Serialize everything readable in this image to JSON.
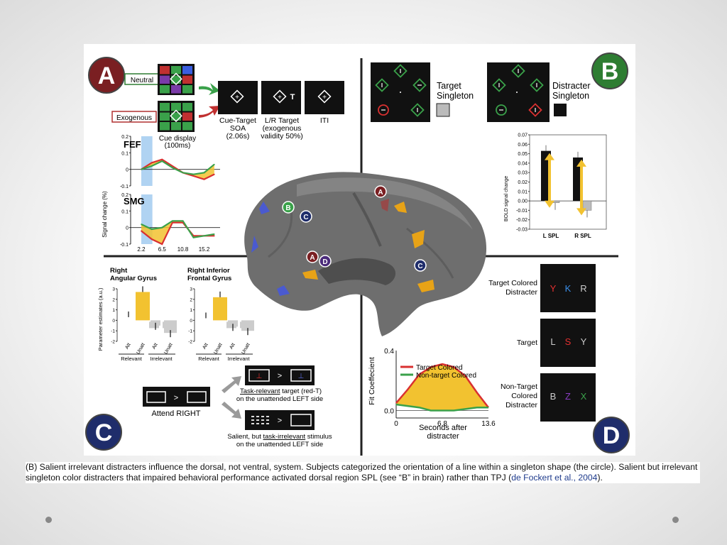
{
  "panel_letters": {
    "a": "A",
    "b": "B",
    "c": "C",
    "d": "D"
  },
  "colors": {
    "maroon": "#7a1f22",
    "navy": "#1f2d6b",
    "green_badge": "#2e7d32",
    "orange": "#e8a317",
    "yellow": "#f2c230",
    "red": "#d93030",
    "green": "#3aa14a"
  },
  "panel_a": {
    "neutral_label": "Neutral",
    "exogenous_label": "Exogenous",
    "cue_display": "Cue display",
    "cue_ms": "(100ms)",
    "soa_1": "Cue-Target",
    "soa_2": "SOA",
    "soa_3": "(2.06s)",
    "lr_1": "L/R Target",
    "lr_2": "(exogenous",
    "lr_3": "validity 50%)",
    "iti": "ITI",
    "target_glyph": "T",
    "fef_label": "FEF",
    "smg_label": "SMG",
    "ylabel": "Signal change (%)",
    "yticks_fef": [
      "0.2",
      "0.1",
      "0",
      "-0.1"
    ],
    "yticks_smg": [
      "0.2",
      "0.1",
      "0",
      "-0.1"
    ],
    "xticks": [
      "2.2",
      "6.5",
      "10.8",
      "15.2"
    ]
  },
  "panel_b": {
    "target_singleton_1": "Target",
    "target_singleton_2": "Singleton",
    "distracter_singleton_1": "Distracter",
    "distracter_singleton_2": "Singleton",
    "bold_ylabel": "BOLD signal change",
    "yticks": [
      "0.07",
      "0.06",
      "0.05",
      "0.04",
      "0.03",
      "0.02",
      "0.01",
      "0.00",
      "-0.01",
      "-0.02",
      "-0.03"
    ],
    "xlabels": [
      "L SPL",
      "R SPL"
    ]
  },
  "brain_labels": {
    "a_top": "A",
    "b": "B",
    "c_left": "C",
    "a_mid": "A",
    "d": "D",
    "c_right": "C"
  },
  "panel_c": {
    "title1_a": "Right",
    "title1_b": "Angular Gyrus",
    "title2_a": "Right Inferior",
    "title2_b": "Frontal Gyrus",
    "ylabel": "Parameter estimates (a.u.)",
    "att": "Att",
    "unatt": "Unatt",
    "relevant": "Relevant",
    "irrelevant": "Irrelevant",
    "yticks1": [
      "3",
      "2",
      "1",
      "0",
      "-1",
      "-2"
    ],
    "yticks2": [
      "3",
      "2",
      "1",
      "0",
      "-1",
      "-2"
    ],
    "gt": ">",
    "attend_right": "Attend RIGHT",
    "relevant_text_1": "Task-relevant",
    "relevant_text_2": " target (red-T)",
    "relevant_text_3": "on the unattended LEFT side",
    "irrelevant_text_1": "Salient, but ",
    "irrelevant_text_2": "task-irrelevant",
    "irrelevant_text_3": " stimulus",
    "irrelevant_text_4": "on the unattended LEFT side"
  },
  "panel_d": {
    "target_colored_1": "Target Colored",
    "target_colored_2": "Distracter",
    "target": "Target",
    "nontarget_1": "Non-Target",
    "nontarget_2": "Colored",
    "nontarget_3": "Distracter",
    "letters_row1": [
      "Y",
      "K",
      "R"
    ],
    "letters_row2": [
      "L",
      "S",
      "Y"
    ],
    "letters_row3": [
      "B",
      "Z",
      "X"
    ],
    "legend_red": "Target Colored",
    "legend_green": "Non-target Colored",
    "ylabel": "Fit Coeffecient",
    "xlabel_1": "Seconds after",
    "xlabel_2": "distracter",
    "yticks": [
      "0.4",
      "0.0"
    ],
    "xticks": [
      "0",
      "6.8",
      "13.6"
    ]
  },
  "caption": {
    "text": "(B) Salient irrelevant distracters influence the dorsal, not ventral, system. Subjects categorized the orientation of a line within a singleton shape (the circle). Salient but irrelevant singleton color distracters that impaired behavioral performance activated dorsal region SPL (see “B” in brain) rather than TPJ (",
    "link": "de Fockert et al., 2004",
    "end": ")."
  },
  "chart_data": [
    {
      "type": "line",
      "title": "FEF",
      "ylabel": "Signal change (%)",
      "x": [
        2.2,
        4.35,
        6.5,
        8.65,
        10.8,
        13.0,
        15.2,
        17.3
      ],
      "series": [
        {
          "values": [
            0.0,
            0.04,
            0.06,
            0.02,
            -0.02,
            -0.04,
            -0.06,
            -0.03
          ]
        },
        {
          "values": [
            0.0,
            0.02,
            0.05,
            0.01,
            -0.02,
            -0.03,
            -0.02,
            0.03
          ]
        }
      ],
      "ylim": [
        -0.1,
        0.2
      ]
    },
    {
      "type": "line",
      "title": "SMG",
      "ylabel": "Signal change (%)",
      "x": [
        2.2,
        4.35,
        6.5,
        8.65,
        10.8,
        13.0,
        15.2,
        17.3
      ],
      "series": [
        {
          "values": [
            -0.02,
            -0.07,
            -0.1,
            0.03,
            0.03,
            -0.05,
            -0.05,
            -0.05
          ]
        },
        {
          "values": [
            0.02,
            -0.01,
            0.0,
            0.04,
            0.04,
            -0.06,
            -0.05,
            -0.04
          ]
        }
      ],
      "ylim": [
        -0.1,
        0.2
      ]
    },
    {
      "type": "bar",
      "ylabel": "BOLD signal change",
      "categories": [
        "L SPL",
        "R SPL"
      ],
      "series": [
        {
          "values": [
            0.053,
            0.046
          ]
        },
        {
          "values": [
            -0.002,
            -0.01
          ]
        }
      ],
      "ylim": [
        -0.03,
        0.07
      ]
    },
    {
      "type": "bar",
      "title": "Right Angular Gyrus",
      "ylabel": "Parameter estimates (a.u.)",
      "categories": [
        "Att",
        "Unatt",
        "Att",
        "Unatt"
      ],
      "values": [
        0.3,
        2.7,
        -0.5,
        -1.2
      ],
      "ylim": [
        -2,
        3
      ]
    },
    {
      "type": "bar",
      "title": "Right Inferior Frontal Gyrus",
      "ylabel": "Parameter estimates (a.u.)",
      "categories": [
        "Att",
        "Unatt",
        "Att",
        "Unatt"
      ],
      "values": [
        0.2,
        2.2,
        -0.6,
        -1.0
      ],
      "ylim": [
        -2,
        3
      ]
    },
    {
      "type": "area",
      "ylabel": "Fit Coeffecient",
      "xlabel": "Seconds after distracter",
      "x": [
        0,
        1.7,
        3.4,
        5.1,
        6.8,
        8.5,
        10.2,
        11.9,
        13.6
      ],
      "series": [
        {
          "name": "Target Colored",
          "values": [
            0.05,
            0.14,
            0.24,
            0.29,
            0.31,
            0.29,
            0.23,
            0.12,
            0.02
          ]
        },
        {
          "name": "Non-target Colored",
          "values": [
            0.04,
            0.03,
            0.02,
            0.0,
            0.0,
            0.0,
            0.01,
            0.02,
            0.02
          ]
        }
      ],
      "ylim": [
        -0.05,
        0.4
      ]
    }
  ]
}
